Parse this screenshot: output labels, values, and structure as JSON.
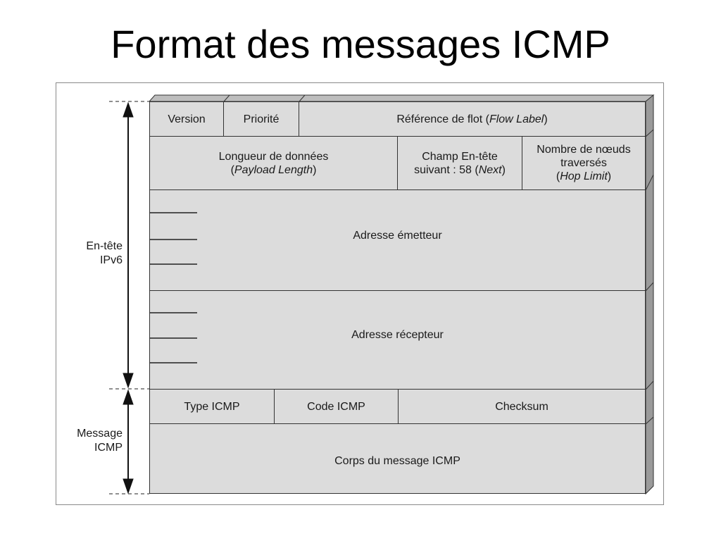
{
  "title": "Format des messages ICMP",
  "diagram": {
    "side_labels": {
      "ipv6_header": [
        "En-tête",
        "IPv6"
      ],
      "icmp_message": [
        "Message",
        "ICMP"
      ]
    },
    "fields": {
      "version": "Version",
      "priority": "Priorité",
      "flow_label": {
        "text": "Référence de flot (",
        "italic": "Flow Label",
        "end": ")"
      },
      "payload_length": {
        "line1": "Longueur de données",
        "open": "(",
        "italic": "Payload Length",
        "close": ")"
      },
      "next_header": {
        "line1": "Champ En-tête",
        "line2_text": "suivant : 58 (",
        "italic": "Next",
        "close": ")"
      },
      "hop_limit": {
        "line1": "Nombre de nœuds",
        "line2": "traversés",
        "open": "(",
        "italic": "Hop Limit",
        "close": ")"
      },
      "source_address": "Adresse émetteur",
      "destination_address": "Adresse récepteur",
      "icmp_type": "Type ICMP",
      "icmp_code": "Code ICMP",
      "checksum": "Checksum",
      "icmp_body": "Corps du message ICMP"
    }
  }
}
